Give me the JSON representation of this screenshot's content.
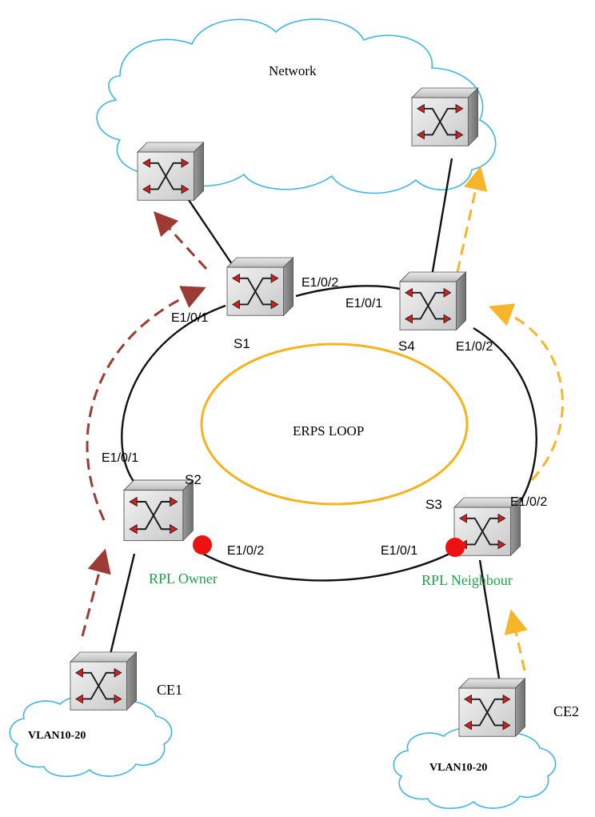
{
  "clouds": {
    "network_label": "Network",
    "ce1_cloud_label": "VLAN10-20",
    "ce2_cloud_label": "VLAN10-20"
  },
  "switches": {
    "s1": "S1",
    "s2": "S2",
    "s3": "S3",
    "s4": "S4",
    "ce1": "CE1",
    "ce2": "CE2"
  },
  "ports": {
    "s1_e101": "E1/0/1",
    "s1_e102": "E1/0/2",
    "s4_e101": "E1/0/1",
    "s4_e102": "E1/0/2",
    "s2_e101": "E1/0/1",
    "s2_e102": "E1/0/2",
    "s3_e101": "E1/0/1",
    "s3_e102": "E1/0/2"
  },
  "roles": {
    "rpl_owner": "RPL Owner",
    "rpl_neighbour": "RPL Neighbour"
  },
  "loop": {
    "label": "ERPS LOOP"
  },
  "colors": {
    "cloud_stroke": "#3fb6e6",
    "loop_ellipse": "#f5b41f",
    "path_ce1": "#9b3b33",
    "path_ce2": "#f7b52a",
    "blocked_port": "#ee1111",
    "role_text": "#22a24a"
  },
  "icons": {
    "switch": "network-switch-icon",
    "blocked_port": "blocked-port-marker"
  }
}
